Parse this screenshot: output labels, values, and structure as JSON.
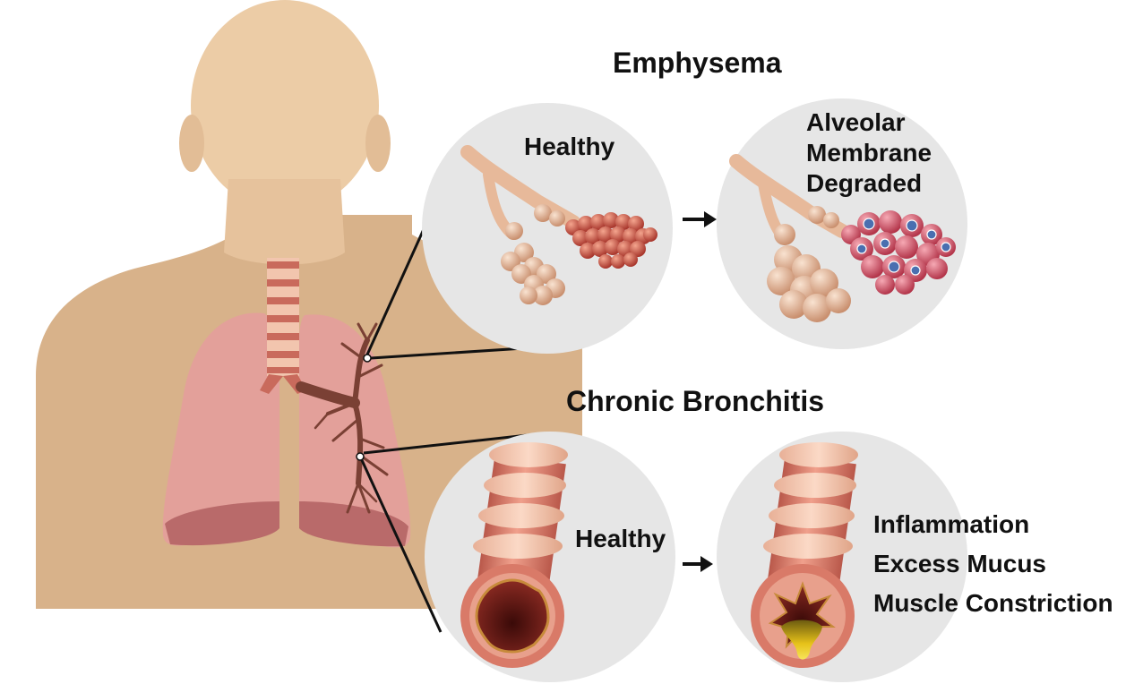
{
  "sections": {
    "emphysema": {
      "title": "Emphysema",
      "healthy_label": "Healthy",
      "diseased_label_lines": [
        "Alveolar",
        "Membrane",
        "Degraded"
      ]
    },
    "chronic_bronchitis": {
      "title": "Chronic Bronchitis",
      "healthy_label": "Healthy",
      "symptoms": [
        "Inflammation",
        "Excess Mucus",
        "Muscle Constriction"
      ]
    }
  },
  "colors": {
    "skin": "#d8b28a",
    "face": "#eccca6",
    "lung": "#e3a09a",
    "lung_dark": "#b96a6a",
    "trachea": "#c96a5c",
    "bronchial_tree": "#7a4034",
    "circle_bg": "#e6e6e6",
    "alveoli_healthy": "#e7b99a",
    "alveoli_red": "#c2483c",
    "mucus": "#e6c219"
  }
}
